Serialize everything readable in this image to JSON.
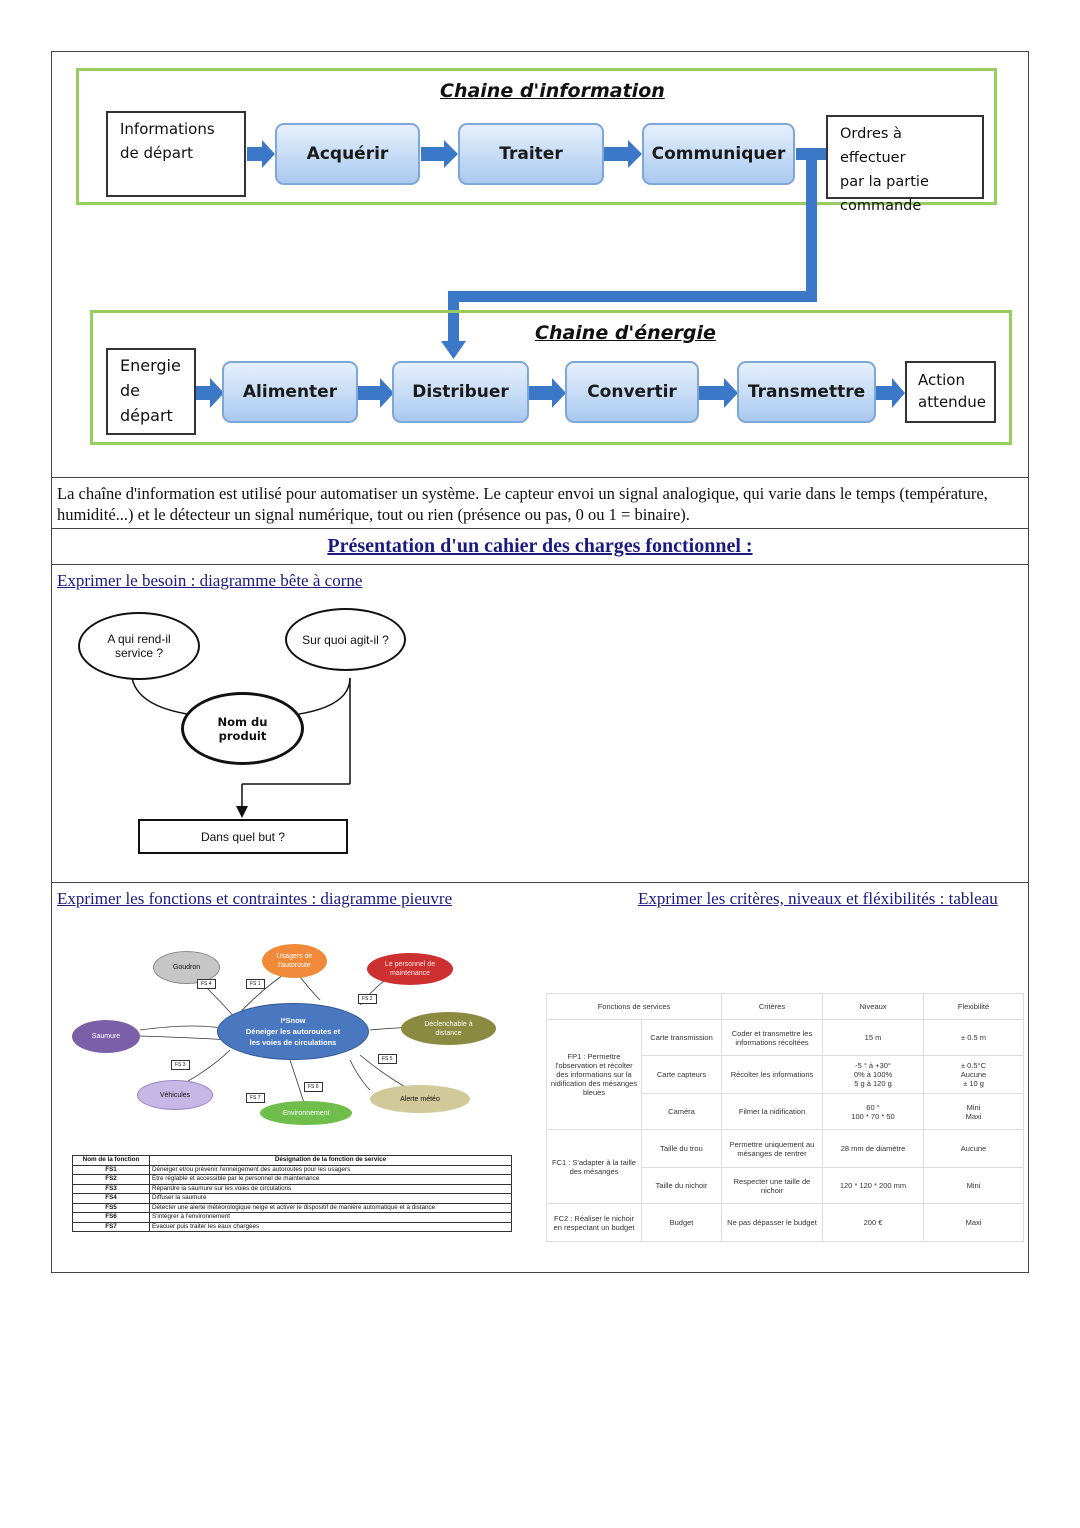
{
  "chain_info": {
    "title": "Chaine d'information",
    "input": [
      "Informations",
      "de départ"
    ],
    "steps": [
      "Acquérir",
      "Traiter",
      "Communiquer"
    ],
    "output": [
      "Ordres à effectuer",
      "par la partie",
      "commande"
    ]
  },
  "chain_energy": {
    "title": "Chaine d'énergie",
    "input": [
      "Energie",
      "de",
      "départ"
    ],
    "steps": [
      "Alimenter",
      "Distribuer",
      "Convertir",
      "Transmettre"
    ],
    "output": [
      "Action",
      "attendue"
    ]
  },
  "colors": {
    "chain_border": "#9acd60",
    "step_fill": "#a9c9ef",
    "arrow": "#3c78c8",
    "link": "#1a1a80"
  },
  "paragraph": "La chaîne d'information est utilisé pour automatiser un système. Le capteur envoi un signal analogique, qui varie dans le temps (température, humidité...) et le détecteur un signal numérique, tout ou rien (présence ou pas, 0 ou 1 = binaire).",
  "main_title": "Présentation d'un cahier des charges fonctionnel :",
  "section_besoin": {
    "title": "Exprimer le besoin : diagramme bête à corne",
    "q1": [
      "A qui rend-il",
      "service ?"
    ],
    "q2": "Sur quoi agit-il ?",
    "center": [
      "Nom du",
      "produit"
    ],
    "q3": "Dans quel but ?"
  },
  "section_pieuvre": {
    "title": "Exprimer les fonctions et contraintes : diagramme pieuvre",
    "center": [
      "I*Snow",
      "Déneiger les autoroutes et",
      "les voies de circulations"
    ],
    "nodes": {
      "goudron": "Goudron",
      "usagers": [
        "Usagers de",
        "l'autoroute"
      ],
      "personnel": [
        "Le personnel de",
        "maintenance"
      ],
      "declenchable": [
        "Déclenchable à",
        "distance"
      ],
      "saumure": "Saumure",
      "vehicules": "Véhicules",
      "environnement": "Environnement",
      "alerte": "Alerte météo"
    },
    "tags": [
      "FS 1",
      "FS 2",
      "FS 3",
      "FS 4",
      "FS 5",
      "FS 6",
      "FS 7"
    ],
    "table_header": [
      "Nom de la fonction",
      "Désignation de la fonction de service"
    ],
    "table_rows": [
      [
        "FS1",
        "Déneiger et/ou prévenir l'enneigement des autoroutes pour les usagers"
      ],
      [
        "FS2",
        "Etre réglable et accessible par le personnel de maintenance"
      ],
      [
        "FS3",
        "Répandre la saumure sur les voies de circulations"
      ],
      [
        "FS4",
        "Diffuser la saumure"
      ],
      [
        "FS5",
        "Détecter une alerte météorologique neige et activer le dispositif de manière automatique et à distance"
      ],
      [
        "FS6",
        "S'intégrer à l'environnement"
      ],
      [
        "FS7",
        "Evacuer puis traiter les eaux chargées"
      ]
    ]
  },
  "section_criteres": {
    "title": "Exprimer les critères, niveaux et fléxibilités : tableau",
    "headers": [
      "Fonctions de services",
      "Critères",
      "Niveaux",
      "Flexibilité"
    ],
    "fp1": "FP1 : Permettre l'observation et récolter des informations sur la nidification des mésanges bleues",
    "fc1": "FC1 : S'adapter à la taille des mésanges",
    "fc2": "FC2 : Réaliser le nichoir en respectant un budget",
    "rows": [
      [
        "Carte transmission",
        "Coder et transmettre les informations récoltées",
        "15 m",
        "± 0.5 m"
      ],
      [
        "Carte capteurs",
        "Récolter les informations",
        "-5 ° à +30°\n0% à 100%\n5 g à 120 g",
        "± 0.5°C\nAucune\n± 10 g"
      ],
      [
        "Caméra",
        "Filmer la nidification",
        "60 °\n100 * 70 * 50",
        "Mini\nMaxi"
      ],
      [
        "Taille du trou",
        "Permettre uniquement au mésanges de rentrer",
        "28 mm de diamètre",
        "Aucune"
      ],
      [
        "Taille du nichoir",
        "Respecter une taille de nichoir",
        "120 * 120 * 200 mm",
        "Mini"
      ],
      [
        "Budget",
        "Ne pas dépasser le budget",
        "200 €",
        "Maxi"
      ]
    ]
  }
}
